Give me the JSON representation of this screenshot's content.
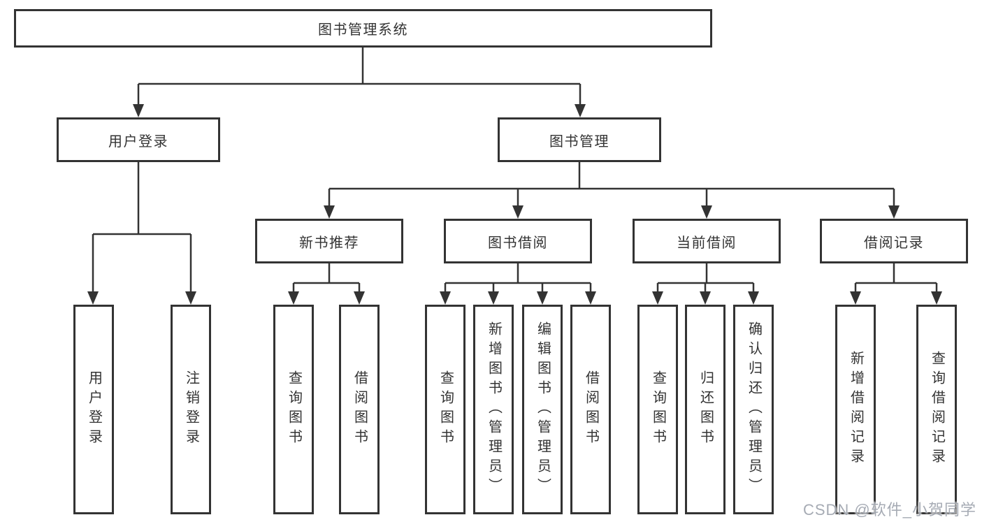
{
  "tree": {
    "root": {
      "label": "图书管理系统",
      "children": [
        {
          "label": "用户登录",
          "children": [
            {
              "label": "用户登录"
            },
            {
              "label": "注销登录"
            }
          ]
        },
        {
          "label": "图书管理",
          "children": [
            {
              "label": "新书推荐",
              "children": [
                {
                  "label": "查询图书"
                },
                {
                  "label": "借阅图书"
                }
              ]
            },
            {
              "label": "图书借阅",
              "children": [
                {
                  "label": "查询图书"
                },
                {
                  "label": "新增图书（管理员）"
                },
                {
                  "label": "编辑图书（管理员）"
                },
                {
                  "label": "借阅图书"
                }
              ]
            },
            {
              "label": "当前借阅",
              "children": [
                {
                  "label": "查询图书"
                },
                {
                  "label": "归还图书"
                },
                {
                  "label": "确认归还（管理员）"
                }
              ]
            },
            {
              "label": "借阅记录",
              "children": [
                {
                  "label": "新增借阅记录"
                },
                {
                  "label": "查询借阅记录"
                }
              ]
            }
          ]
        }
      ]
    }
  },
  "watermark": {
    "text": "CSDN @软件_小贺同学"
  },
  "colors": {
    "background": "#ffffff",
    "box_fill": "#ffffff",
    "box_border": "#333333",
    "line": "#333333",
    "text": "#333333",
    "watermark": "#9ea4ae"
  }
}
